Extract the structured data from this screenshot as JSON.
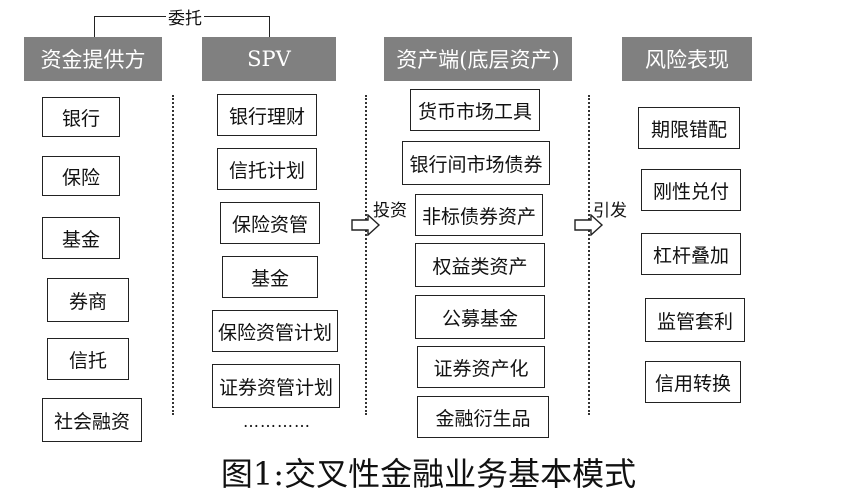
{
  "bracket_label": "委托",
  "columns": {
    "providers": {
      "header": "资金提供方",
      "items": [
        "银行",
        "保险",
        "基金",
        "券商",
        "信托",
        "社会融资"
      ]
    },
    "spv": {
      "header": "SPV",
      "items": [
        "银行理财",
        "信托计划",
        "保险资管",
        "基金",
        "保险资管计划",
        "证券资管计划"
      ],
      "more": "…………"
    },
    "assets": {
      "header": "资产端(底层资产)",
      "items": [
        "货币市场工具",
        "银行间市场债券",
        "非标债券资产",
        "权益类资产",
        "公募基金",
        "证券资产化",
        "金融衍生品"
      ]
    },
    "risks": {
      "header": "风险表现",
      "items": [
        "期限错配",
        "刚性兑付",
        "杠杆叠加",
        "监管套利",
        "信用转换"
      ]
    }
  },
  "arrows": {
    "invest": "投资",
    "cause": "引发"
  },
  "caption": "图1:交叉性金融业务基本模式"
}
